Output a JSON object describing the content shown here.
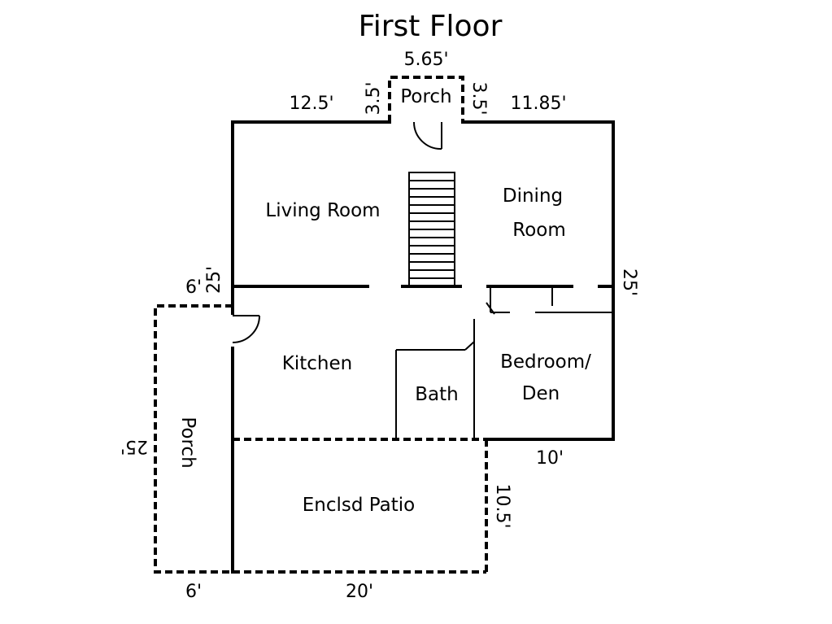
{
  "title": "First Floor",
  "rooms": {
    "porch_front": "Porch",
    "living_room": "Living Room",
    "dining_line1": "Dining",
    "dining_line2": "Room",
    "kitchen": "Kitchen",
    "bath": "Bath",
    "bedroom_line1": "Bedroom/",
    "bedroom_line2": "Den",
    "porch_side": "Porch",
    "patio": "Enclsd Patio"
  },
  "dimensions": {
    "porch_width": "5.65'",
    "porch_depth_left": "3.5'",
    "porch_depth_right": "3.5'",
    "top_left": "12.5'",
    "top_right": "11.85'",
    "left_height": "25'",
    "right_height": "25'",
    "side_porch_offset": "6'",
    "side_porch_length": "25'",
    "bottom_right": "10'",
    "patio_depth": "10.5'",
    "side_porch_width": "6'",
    "patio_width": "20'"
  }
}
